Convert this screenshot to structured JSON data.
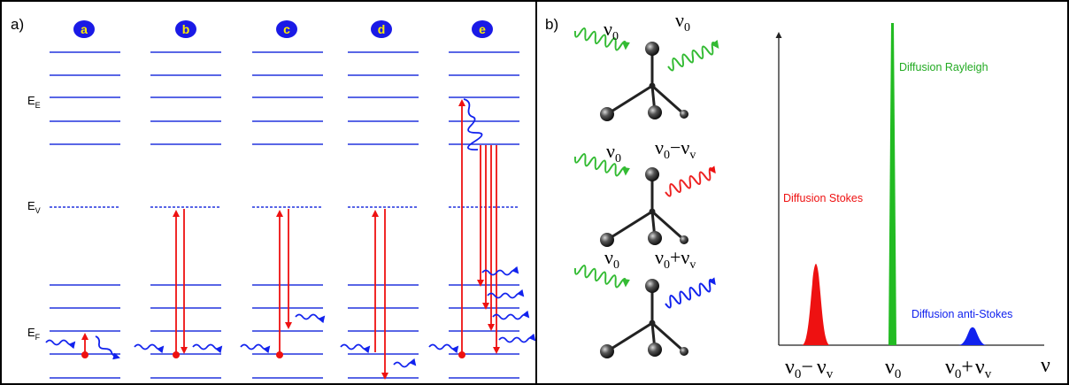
{
  "panel_a": {
    "label": "a)",
    "cases": [
      "a",
      "b",
      "c",
      "d",
      "e"
    ],
    "levels": {
      "excited": "E",
      "excited_sub": "E",
      "virtual": "E",
      "virtual_sub": "V",
      "fundamental": "E",
      "fundamental_sub": "F"
    }
  },
  "panel_b": {
    "label": "b)",
    "molecules": [
      {
        "incident": "ν",
        "incident_sub": "0",
        "scattered": "ν",
        "scattered_sub": "0",
        "scattered_op": "",
        "scattered_extra": "",
        "scattered_extra_sub": ""
      },
      {
        "incident": "ν",
        "incident_sub": "0",
        "scattered": "ν",
        "scattered_sub": "0",
        "scattered_op": "−",
        "scattered_extra": "ν",
        "scattered_extra_sub": "v"
      },
      {
        "incident": "ν",
        "incident_sub": "0",
        "scattered": "ν",
        "scattered_sub": "0",
        "scattered_op": "+",
        "scattered_extra": "ν",
        "scattered_extra_sub": "v"
      }
    ],
    "spectrum": {
      "peaks": [
        {
          "label": "Diffusion Stokes",
          "color": "#ee1111"
        },
        {
          "label": "Diffusion Rayleigh",
          "color": "#22bb22"
        },
        {
          "label": "Diffusion anti-Stokes",
          "color": "#1122ee"
        }
      ],
      "x_ticks": [
        {
          "a": "ν",
          "a_sub": "0",
          "op": "−",
          "b": "ν",
          "b_sub": "v"
        },
        {
          "a": "ν",
          "a_sub": "0",
          "op": "",
          "b": "",
          "b_sub": ""
        },
        {
          "a": "ν",
          "a_sub": "0",
          "op": "+",
          "b": "ν",
          "b_sub": "v"
        }
      ],
      "axis_label": "ν"
    }
  },
  "colors": {
    "level": "#2233dd",
    "arrow": "#ee1111",
    "photon_in_green": "#33bb33",
    "photon_red": "#ee2222",
    "photon_blue": "#1122ee",
    "badge_fill": "#1a1ae6",
    "badge_text": "#ffee00"
  }
}
